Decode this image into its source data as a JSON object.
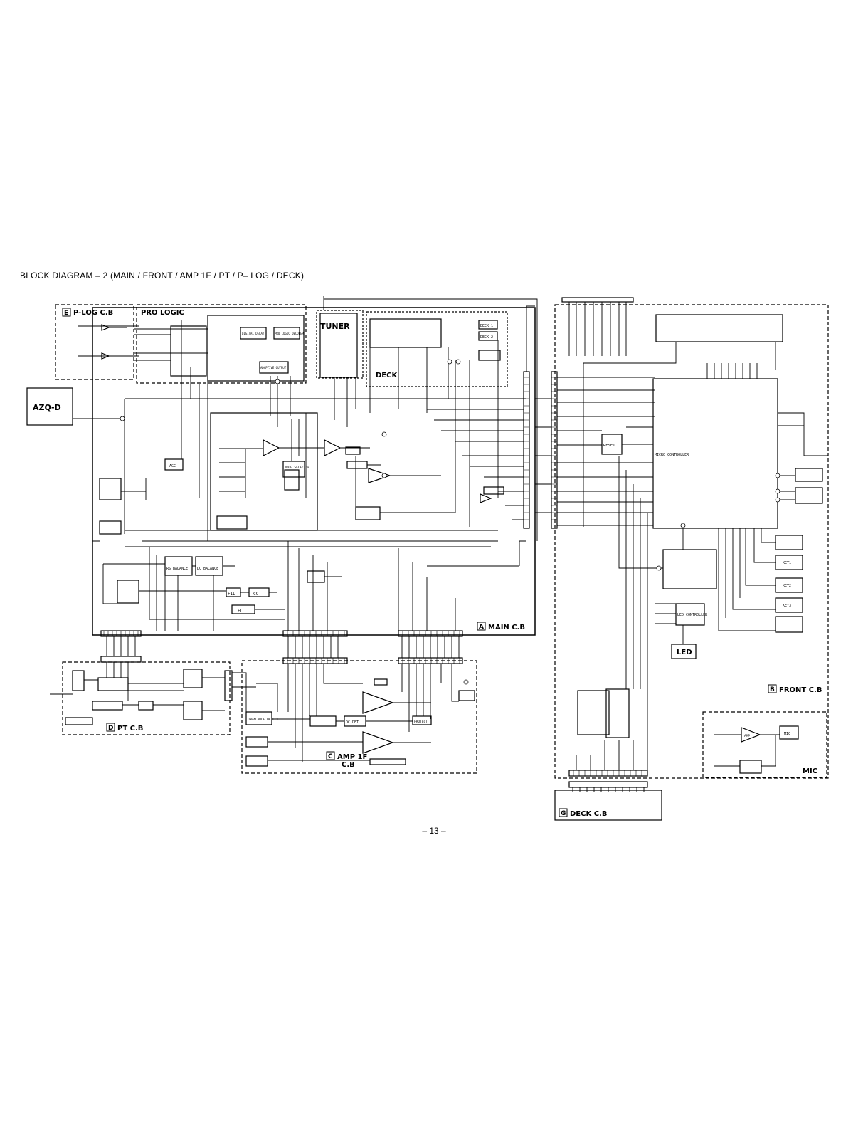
{
  "title": "BLOCK  DIAGRAM – 2  (MAIN / FRONT / AMP  1F / PT / P– LOG / DECK)",
  "page_number": "– 13 –",
  "boards": {
    "plog": {
      "letter": "E",
      "name": "P-LOG C.B"
    },
    "main": {
      "letter": "A",
      "name": "MAIN C.B"
    },
    "pt": {
      "letter": "D",
      "name": "PT C.B"
    },
    "amp": {
      "letter": "C",
      "name": "AMP 1F",
      "name2": "C.B"
    },
    "front": {
      "letter": "B",
      "name": "FRONT C.B"
    },
    "deck": {
      "letter": "G",
      "name": "DECK C.B"
    }
  },
  "sections": {
    "pro_logic": "PRO LOGIC",
    "tuner": "TUNER",
    "deck": "DECK",
    "mic": "MIC"
  },
  "blocks": {
    "azq": "AZQ-D",
    "led": "LED",
    "reset": "RESET",
    "mode_selector": "MODE SELECTOR",
    "digital_delay": "DIGITAL DELAY",
    "pro_logic_decoder": "PRO LOGIC DECODER",
    "adaptive_output": "ADAPTIVE OUTPUT",
    "agc": "AGC",
    "rs_balance": "RS BALANCE",
    "dc_balance": "DC BALANCE",
    "micro_controller": "MICRO CONTROLLER",
    "led_controller": "LED CONTROLLER",
    "dc_det": "DC DET",
    "unbalance_detect": "UNBALANCE DETECT",
    "protect": "PROTECT",
    "deck1": "DECK 1",
    "deck2": "DECK 2",
    "key1": "KEY1",
    "key2": "KEY2",
    "key3": "KEY3",
    "amp": "AMP",
    "mic_jack": "MIC",
    "fl": "FL",
    "cc": "CC",
    "fil": "FIL"
  }
}
